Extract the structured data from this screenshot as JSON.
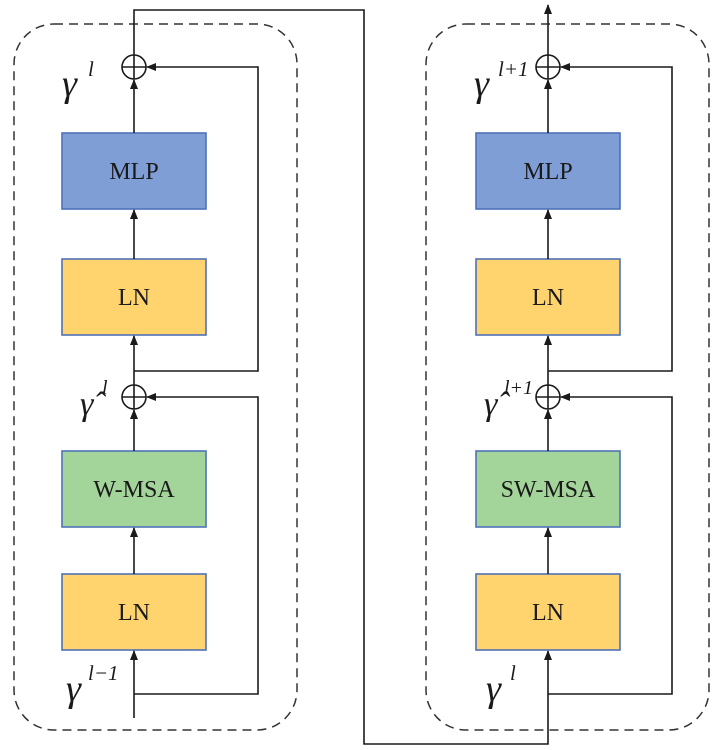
{
  "colors": {
    "mlp": "#7F9ED6",
    "mlp_border": "#4F72B8",
    "ln": "#FFD36E",
    "ln_border": "#4F72B8",
    "msa": "#A3D49A",
    "msa_border": "#4F72B8",
    "line": "#1a1a1a"
  },
  "left_block": {
    "mlp_label": "MLP",
    "ln_top_label": "LN",
    "msa_label": "W-MSA",
    "ln_bottom_label": "LN",
    "output_symbol": {
      "base": "γ",
      "sup": "l"
    },
    "mid_symbol": {
      "base": "γ̂",
      "sup": "l"
    },
    "input_symbol": {
      "base": "γ",
      "sup": "l−1"
    }
  },
  "right_block": {
    "mlp_label": "MLP",
    "ln_top_label": "LN",
    "msa_label": "SW-MSA",
    "ln_bottom_label": "LN",
    "output_symbol": {
      "base": "γ",
      "sup": "l+1"
    },
    "mid_symbol": {
      "base": "γ̂",
      "sup": "l+1"
    },
    "input_symbol": {
      "base": "γ",
      "sup": "l"
    }
  }
}
